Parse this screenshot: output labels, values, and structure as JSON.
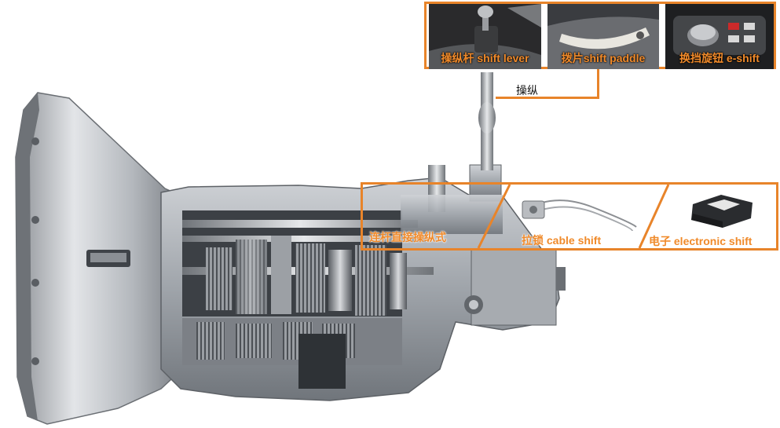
{
  "control": {
    "group_label": "操纵",
    "options": [
      {
        "label": "操纵杆 shift lever",
        "icon": "shift-lever"
      },
      {
        "label": "拨片shift paddle",
        "icon": "shift-paddle"
      },
      {
        "label": "换挡旋钮 e-shift",
        "icon": "rotary-knob"
      }
    ]
  },
  "linkage": {
    "options": [
      {
        "label": "连杆直接操纵式",
        "icon": "rod-linkage"
      },
      {
        "label": "拉锁 cable shift",
        "icon": "cable-assembly"
      },
      {
        "label": "电子 electronic shift",
        "icon": "electronic-module"
      }
    ]
  },
  "colors": {
    "accent": "#e8842a",
    "label": "#f08a2a",
    "metal": "#b8bcc0"
  }
}
